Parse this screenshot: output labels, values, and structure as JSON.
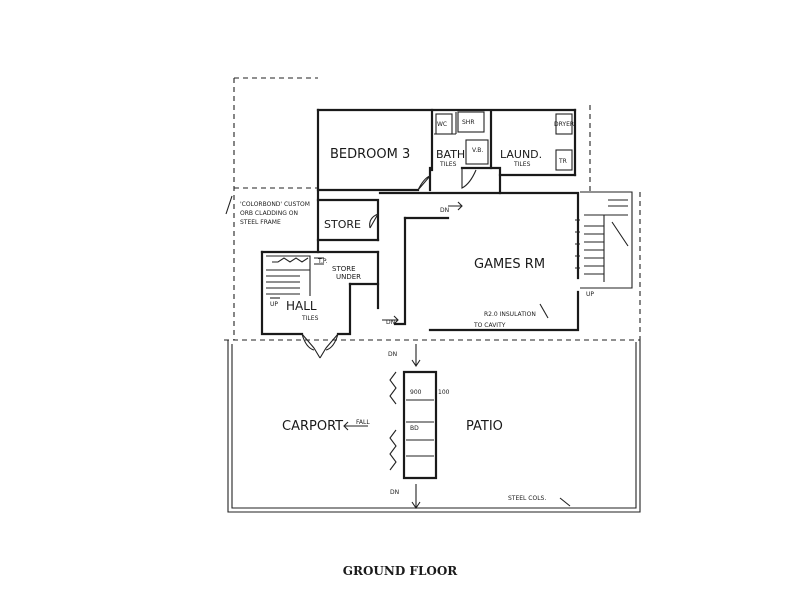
{
  "plan": {
    "title": "GROUND FLOOR",
    "rooms": {
      "bedroom": "BEDROOM 3",
      "bath": "BATH",
      "bath_finish": "TILES",
      "laundry": "LAUND.",
      "laundry_finish": "TILES",
      "store_upper": "STORE",
      "store_under": "STORE",
      "store_under_sub": "UNDER",
      "games": "GAMES RM",
      "hall": "HALL",
      "hall_finish": "TILES",
      "carport": "CARPORT",
      "patio": "PATIO"
    },
    "annotations": {
      "cladding_1": "'COLORBOND' CUSTOM",
      "cladding_2": "ORB CLADDING ON",
      "cladding_3": "STEEL FRAME",
      "insulation_1": "R2.0 INSULATION",
      "insulation_2": "TO CAVITY",
      "steel_cols": "STEEL COLS.",
      "fall": "FALL",
      "up_left": "UP",
      "up_right": "UP",
      "dn_1": "DN",
      "dn_2": "DN",
      "dn_3": "DN",
      "dn_4": "DN",
      "dim_900": "900",
      "dim_100": "100",
      "bd": "BD",
      "wc": "WC",
      "vb": "V.B.",
      "shr": "SHR",
      "tr": "TR",
      "dryer": "DRYER",
      "tp": "T.P."
    }
  }
}
